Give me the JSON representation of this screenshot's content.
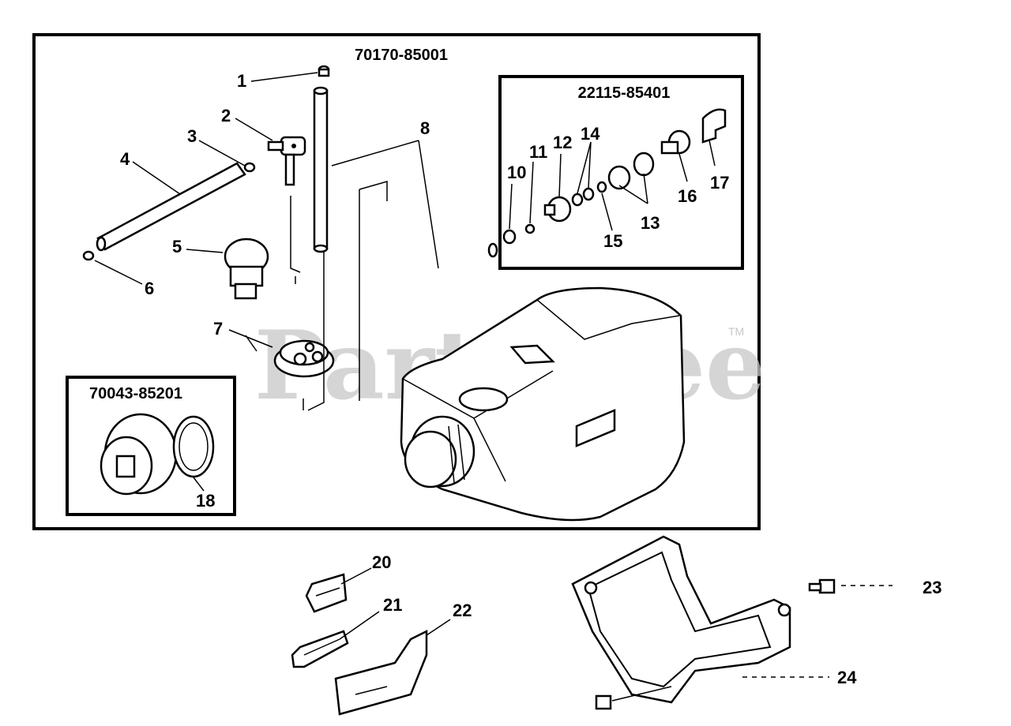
{
  "watermark": {
    "text": "PartsTree",
    "trademark": "TM"
  },
  "assemblies": {
    "main": {
      "part_number": "70170-85001"
    },
    "carb_kit": {
      "part_number": "22115-85401"
    },
    "cap_kit": {
      "part_number": "70043-85201"
    }
  },
  "callouts": [
    "1",
    "2",
    "3",
    "4",
    "5",
    "6",
    "7",
    "8",
    "10",
    "11",
    "12",
    "14",
    "13",
    "15",
    "16",
    "17",
    "18",
    "20",
    "21",
    "22",
    "23",
    "24"
  ]
}
